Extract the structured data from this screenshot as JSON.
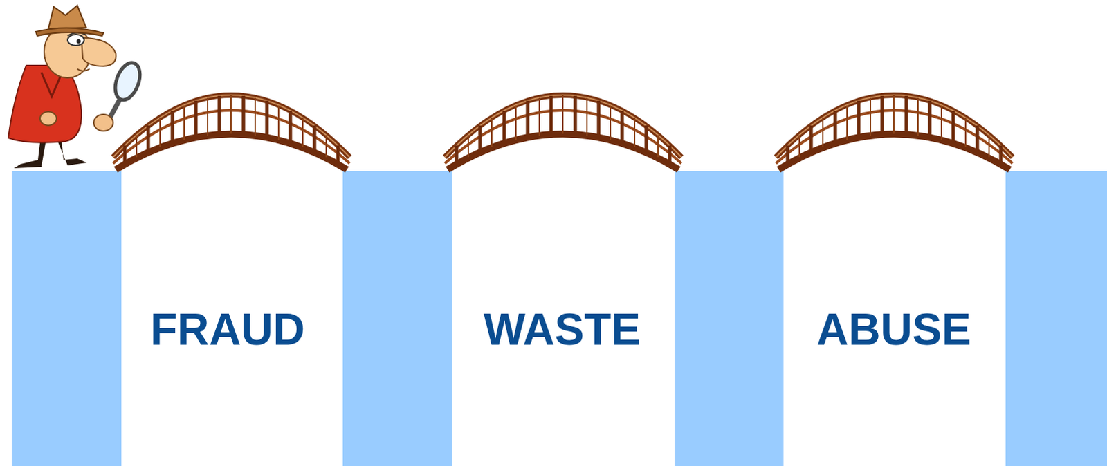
{
  "diagram": {
    "labels": [
      "FRAUD",
      "WASTE",
      "ABUSE"
    ]
  }
}
